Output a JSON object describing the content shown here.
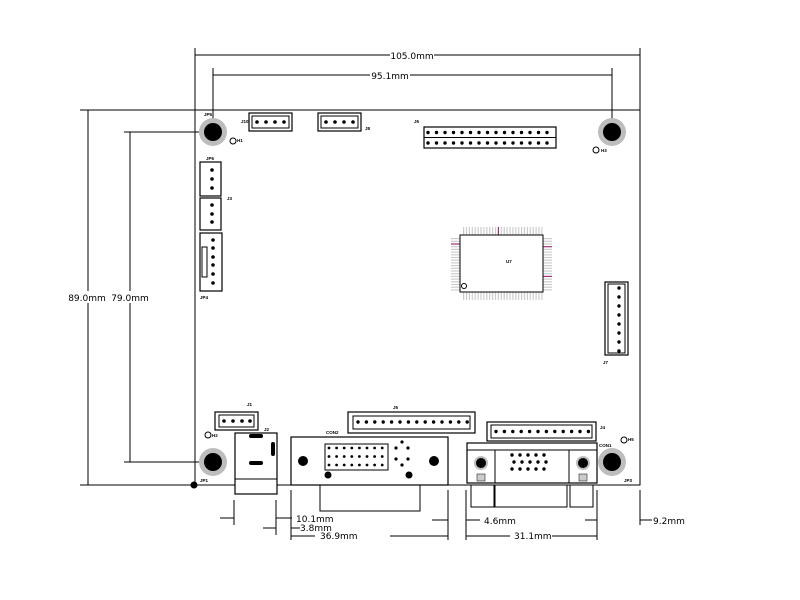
{
  "dimensions": {
    "overall_width": "105.0mm",
    "hole_spacing_width": "95.1mm",
    "overall_height": "89.0mm",
    "hole_spacing_height": "79.0mm",
    "dc_jack_offset": "10.1mm",
    "dvi_offset": "3.8mm",
    "dvi_span": "36.9mm",
    "vga_offset": "4.6mm",
    "vga_span": "31.1mm",
    "right_offset": "9.2mm"
  },
  "components": {
    "jp5": "JP5",
    "j10": "J10",
    "j8": "J8",
    "j6": "J6",
    "h1": "H1",
    "jp6": "JP6",
    "j3": "J3",
    "jp4": "JP4",
    "u7": "U7",
    "j7": "J7",
    "h3": "H3",
    "j1": "J1",
    "j2": "J2",
    "h2": "H2",
    "jp1": "JP1",
    "j5": "J5",
    "con2": "CON2",
    "j4": "J4",
    "con1": "CON1",
    "h5": "H5",
    "jp3": "JP3"
  },
  "colors": {
    "hole_ring": "#bdbdbd",
    "ic_pin": "#cccccc",
    "ic_pin_accent": "#a0307a"
  }
}
